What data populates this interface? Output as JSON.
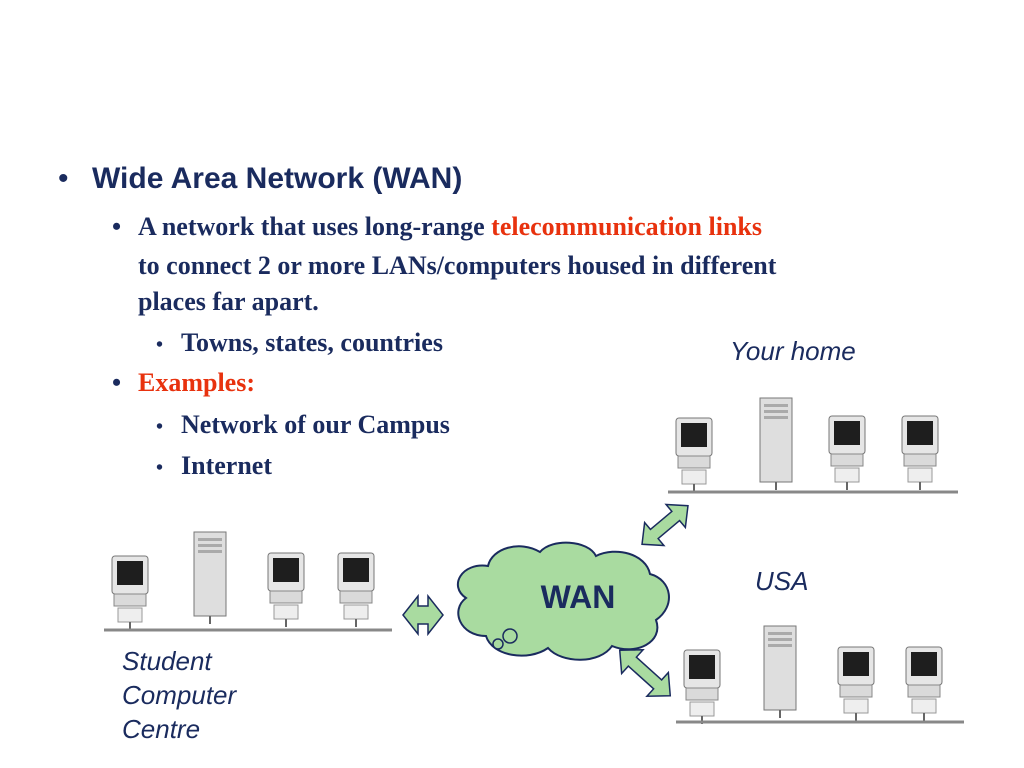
{
  "slide": {
    "heading": "Wide Area Network (WAN)",
    "definition": {
      "text_before": "A network that uses long-range ",
      "highlight": "telecommunication links",
      "line2": "to connect 2 or more LANs/computers housed in different",
      "line3": "places far apart."
    },
    "scope": "Towns, states, countries",
    "examples_label": "Examples:",
    "examples": [
      "Network of our Campus",
      "Internet"
    ],
    "bullet_glyph": "•"
  },
  "diagram": {
    "cloud_label": "WAN",
    "labels": {
      "home": "Your home",
      "usa": "USA",
      "campus": [
        "Student",
        "Computer",
        "Centre"
      ]
    }
  },
  "colors": {
    "text": "#1a2b5e",
    "highlight": "#e8320e",
    "cloud_fill": "#a9dba0",
    "cloud_stroke": "#1a2b5e",
    "arrow_fill": "#a9dba0"
  }
}
